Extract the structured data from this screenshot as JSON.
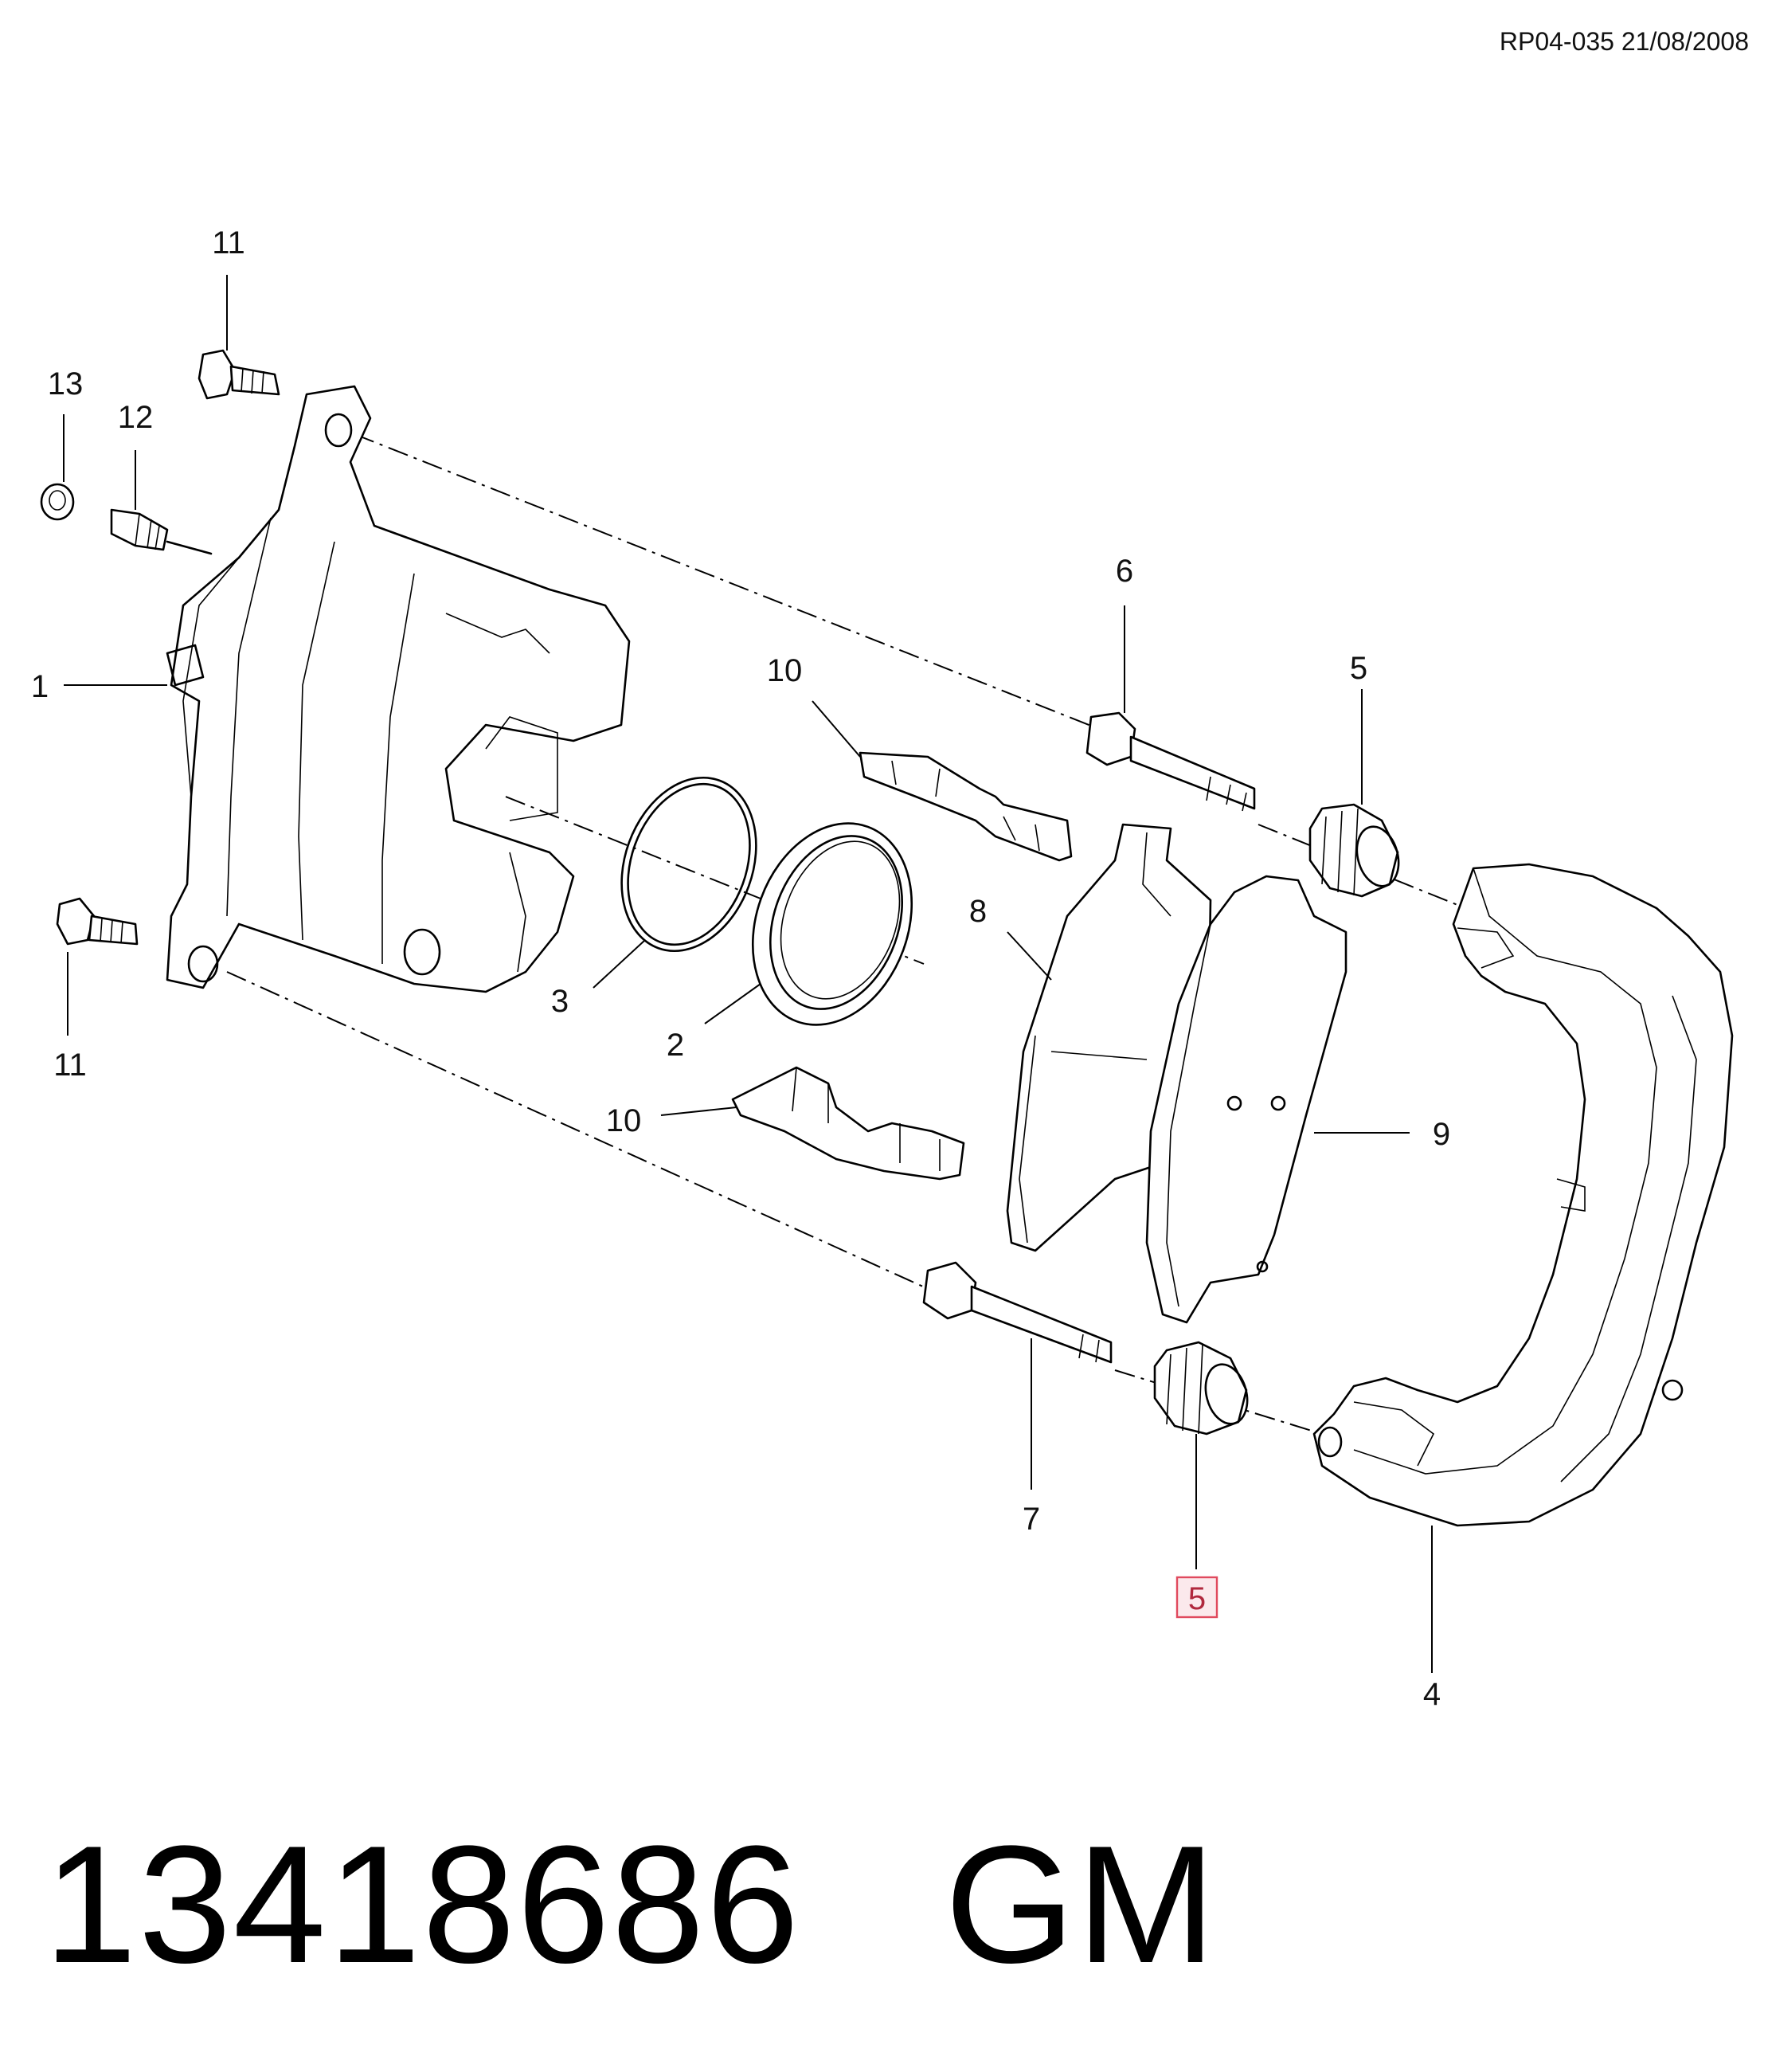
{
  "header": {
    "reference": "RP04-035 21/08/2008"
  },
  "callouts": {
    "c1": "1",
    "c2": "2",
    "c3": "3",
    "c4": "4",
    "c5_upper": "5",
    "c5_lower": "5",
    "c6": "6",
    "c7": "7",
    "c8": "8",
    "c9": "9",
    "c10_upper": "10",
    "c10_lower": "10",
    "c11_upper": "11",
    "c11_lower": "11",
    "c12": "12",
    "c13": "13"
  },
  "footer": {
    "part_number": "13418686",
    "brand": "GM"
  },
  "highlight_color": "#e04a5e"
}
